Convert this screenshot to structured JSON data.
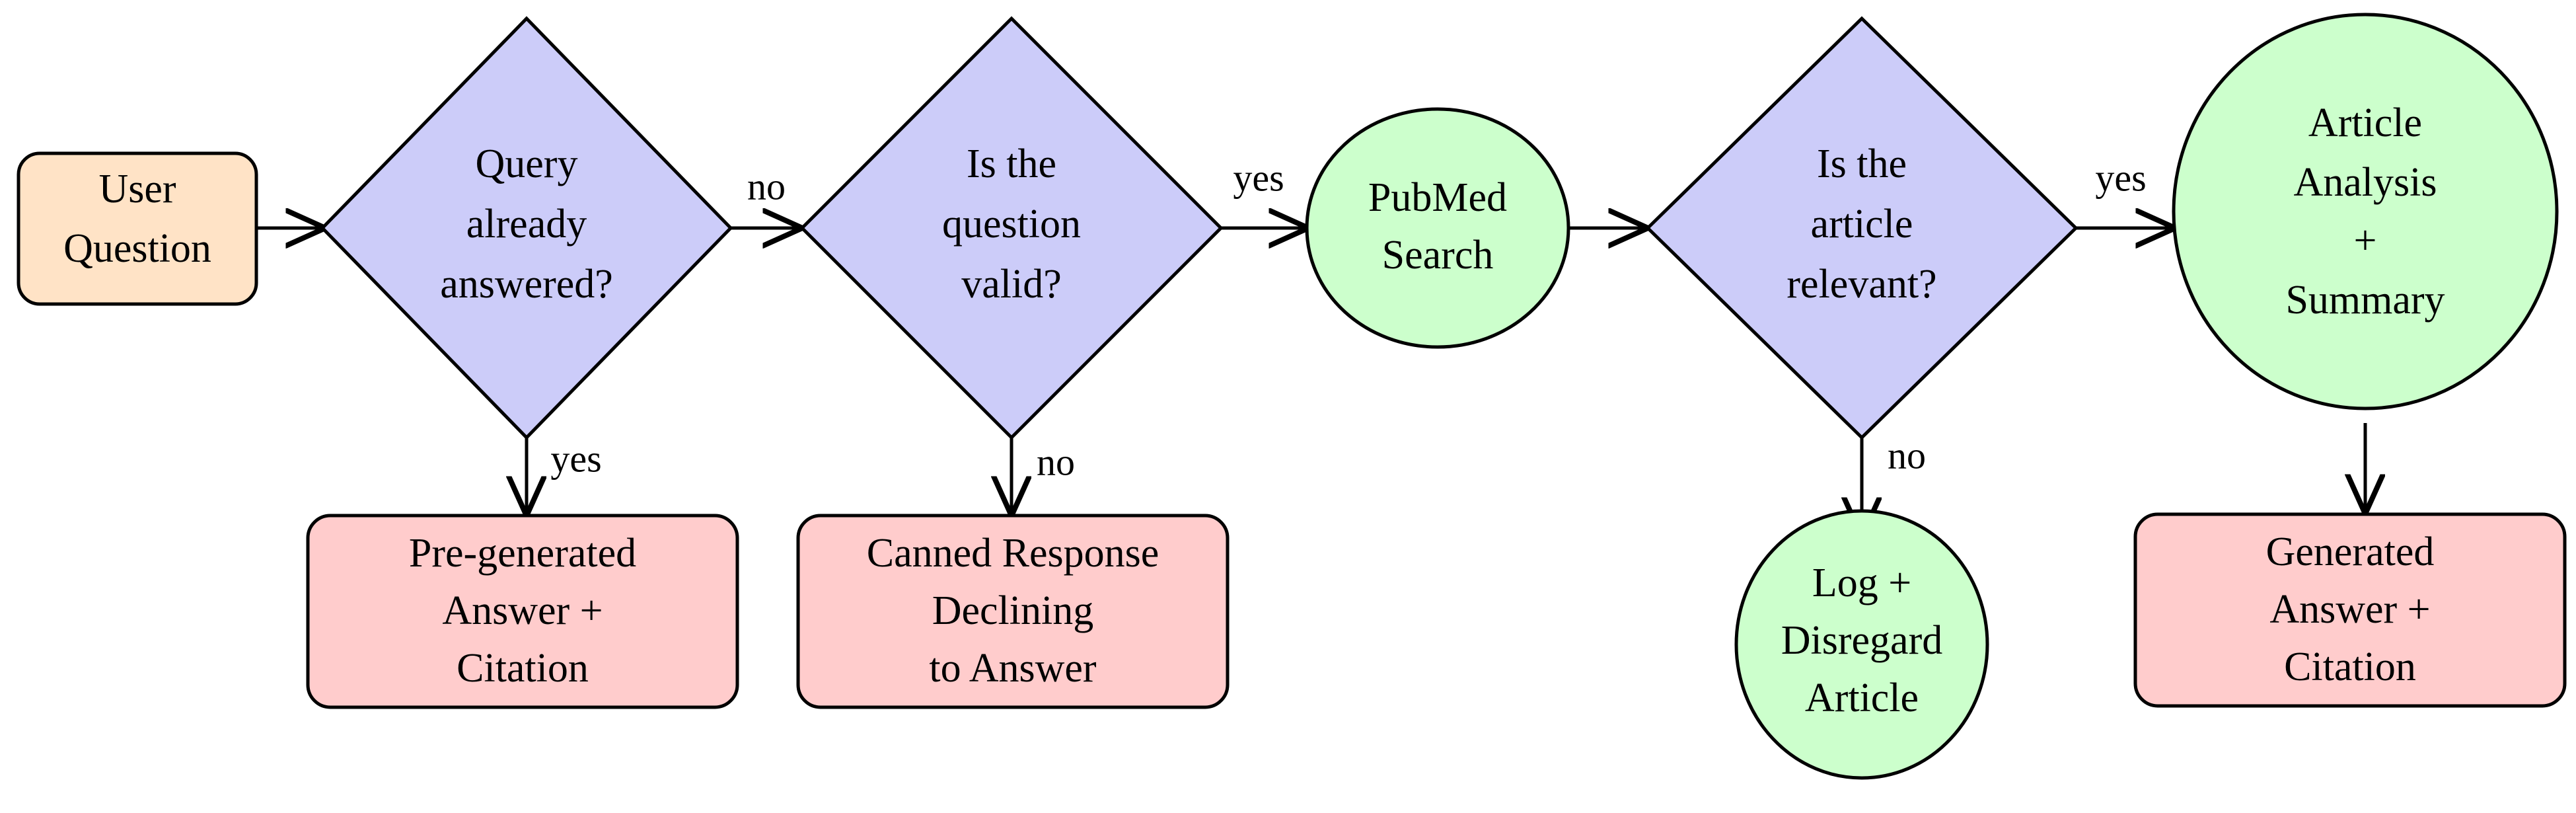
{
  "diagram": {
    "title": "PubMed question answering decision flowchart",
    "background_color": "#ffffff",
    "stroke_color": "#000000",
    "palette": {
      "start_fill": "#ffe3c6",
      "decision_fill": "#ccccf9",
      "process_fill": "#ccffcc",
      "terminal_fill": "#ffcccc"
    }
  },
  "nodes": {
    "user_question": {
      "label_lines": [
        "User",
        "Question"
      ],
      "shape": "rounded-rectangle",
      "fill": "#ffe3c6"
    },
    "query_already_answered": {
      "label_lines": [
        "Query",
        "already",
        "answered?"
      ],
      "shape": "diamond",
      "fill": "#ccccf9"
    },
    "pre_generated_answer": {
      "label_lines": [
        "Pre-generated",
        "Answer +",
        "Citation"
      ],
      "shape": "rounded-rectangle",
      "fill": "#ffcccc"
    },
    "is_question_valid": {
      "label_lines": [
        "Is the",
        "question",
        "valid?"
      ],
      "shape": "diamond",
      "fill": "#ccccf9"
    },
    "canned_response": {
      "label_lines": [
        "Canned Response",
        "Declining",
        "to Answer"
      ],
      "shape": "rounded-rectangle",
      "fill": "#ffcccc"
    },
    "pubmed_search": {
      "label_lines": [
        "PubMed",
        "Search"
      ],
      "shape": "ellipse",
      "fill": "#ccffcc"
    },
    "is_article_relevant": {
      "label_lines": [
        "Is the",
        "article",
        "relevant?"
      ],
      "shape": "diamond",
      "fill": "#ccccf9"
    },
    "log_disregard_article": {
      "label_lines": [
        "Log +",
        "Disregard",
        "Article"
      ],
      "shape": "ellipse",
      "fill": "#ccffcc"
    },
    "article_analysis_summary": {
      "label_lines": [
        "Article",
        "Analysis",
        "+",
        "Summary"
      ],
      "shape": "ellipse",
      "fill": "#ccffcc"
    },
    "generated_answer": {
      "label_lines": [
        "Generated",
        "Answer +",
        "Citation"
      ],
      "shape": "rounded-rectangle",
      "fill": "#ffcccc"
    }
  },
  "edges": [
    {
      "id": "e1",
      "from": "user_question",
      "to": "query_already_answered",
      "label": "",
      "direction": "right"
    },
    {
      "id": "e2",
      "from": "query_already_answered",
      "to": "pre_generated_answer",
      "label": "yes",
      "direction": "down"
    },
    {
      "id": "e3",
      "from": "query_already_answered",
      "to": "is_question_valid",
      "label": "no",
      "direction": "right"
    },
    {
      "id": "e4",
      "from": "is_question_valid",
      "to": "canned_response",
      "label": "no",
      "direction": "down"
    },
    {
      "id": "e5",
      "from": "is_question_valid",
      "to": "pubmed_search",
      "label": "yes",
      "direction": "right"
    },
    {
      "id": "e6",
      "from": "pubmed_search",
      "to": "is_article_relevant",
      "label": "",
      "direction": "right"
    },
    {
      "id": "e7",
      "from": "is_article_relevant",
      "to": "log_disregard_article",
      "label": "no",
      "direction": "down"
    },
    {
      "id": "e8",
      "from": "is_article_relevant",
      "to": "article_analysis_summary",
      "label": "yes",
      "direction": "right"
    },
    {
      "id": "e9",
      "from": "article_analysis_summary",
      "to": "generated_answer",
      "label": "",
      "direction": "down"
    }
  ]
}
